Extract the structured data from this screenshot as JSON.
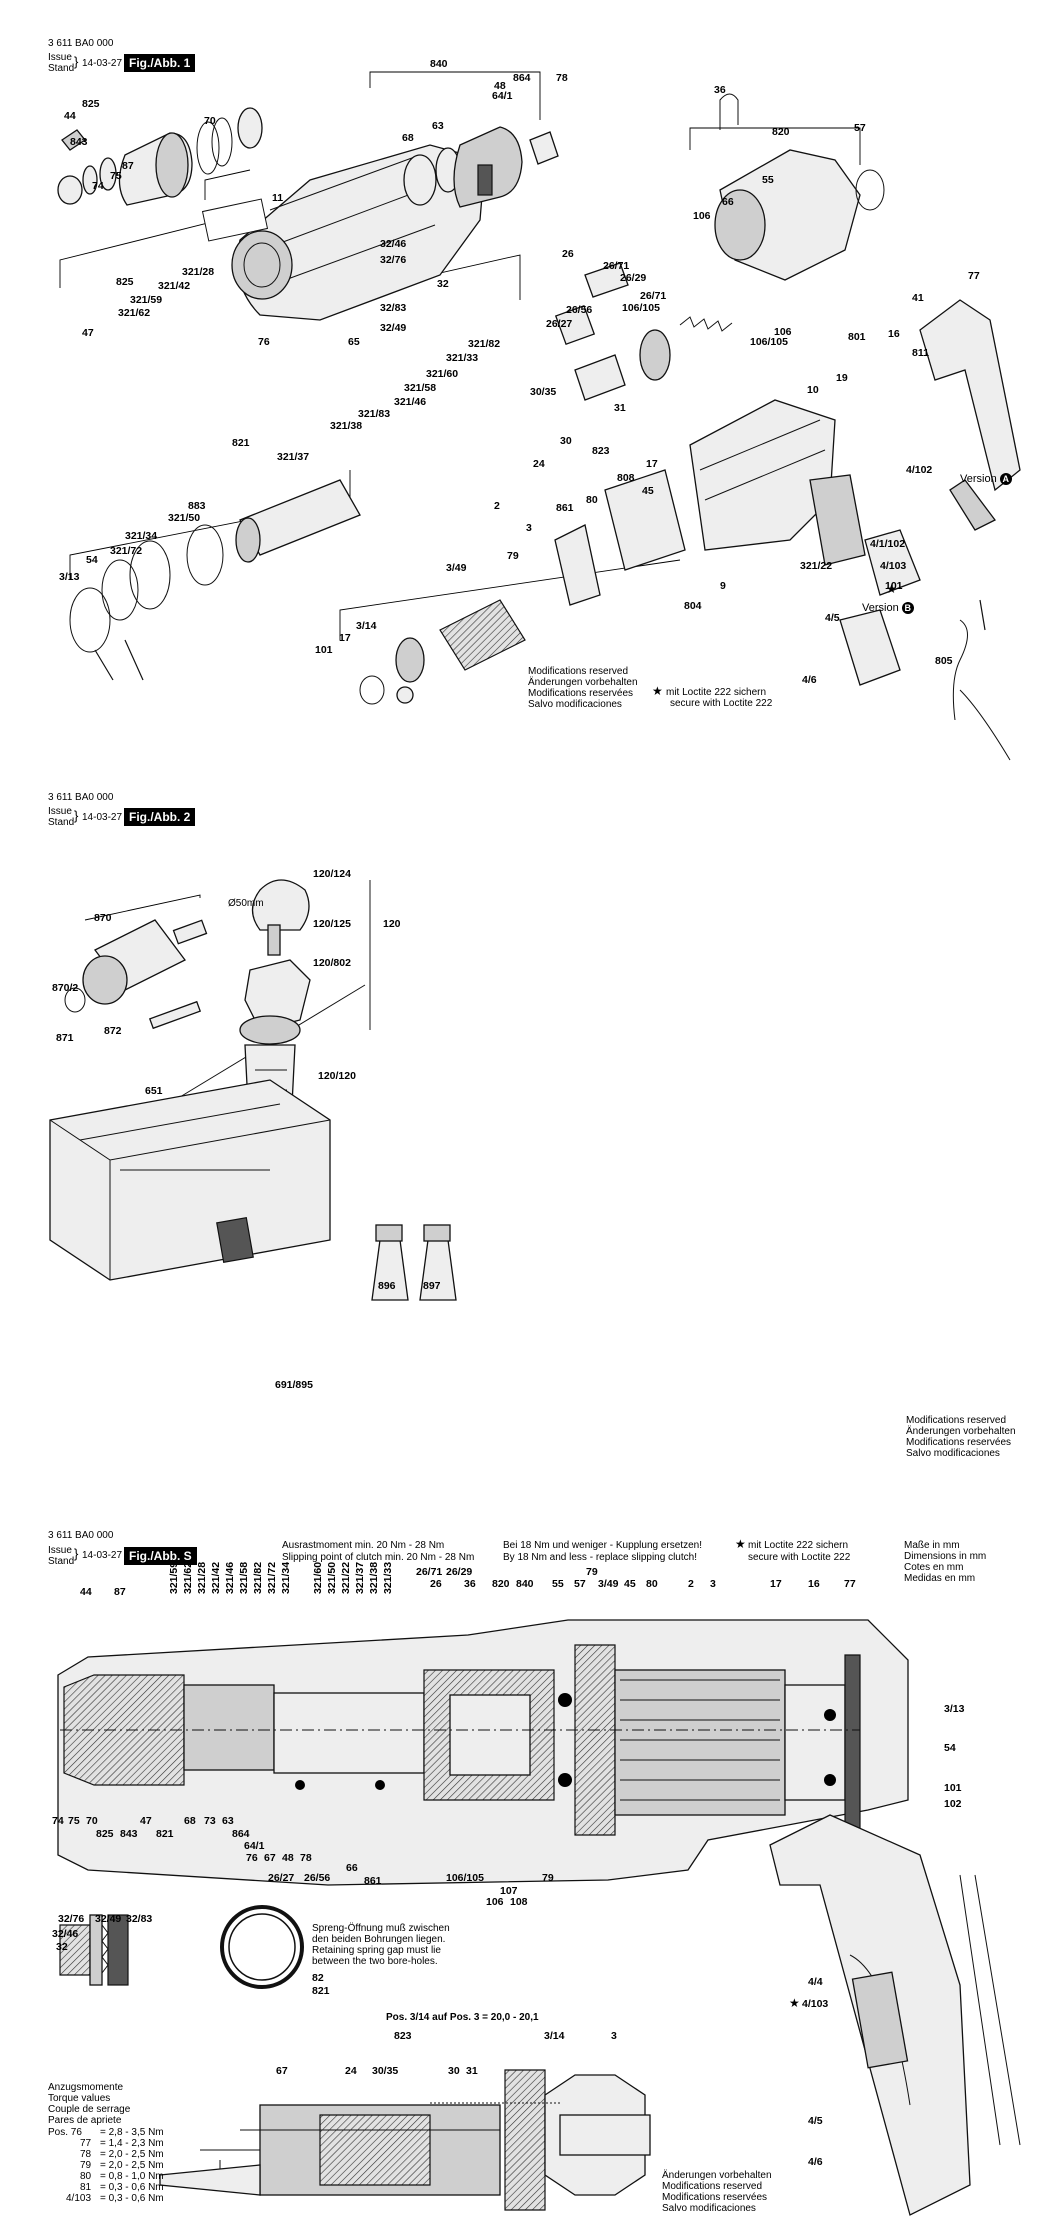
{
  "header": {
    "doc_number": "3 611 BA0 000",
    "issue_label": "Issue",
    "stand_label": "Stand",
    "date": "14-03-27"
  },
  "fig1": {
    "tag": "Fig./Abb. 1",
    "labels": [
      "840",
      "864",
      "78",
      "825",
      "70",
      "44",
      "843",
      "75",
      "74",
      "87",
      "68",
      "63",
      "64/1",
      "48",
      "36",
      "820",
      "57",
      "11",
      "55",
      "66",
      "106",
      "825",
      "321/28",
      "321/42",
      "321/59",
      "321/62",
      "47",
      "76",
      "32/46",
      "32/76",
      "32",
      "32/83",
      "32/49",
      "65",
      "26",
      "26/71",
      "26/29",
      "26/56",
      "26/27",
      "26/71",
      "106/105",
      "106",
      "106/105",
      "77",
      "41",
      "16",
      "811",
      "801",
      "19",
      "10",
      "321/82",
      "321/33",
      "321/60",
      "321/58",
      "321/83",
      "321/46",
      "321/38",
      "321/37",
      "821",
      "30/35",
      "31",
      "24",
      "30",
      "823",
      "80",
      "17",
      "45",
      "861",
      "2",
      "808",
      "9",
      "321/22",
      "883",
      "321/50",
      "321/34",
      "321/72",
      "54",
      "3/13",
      "3",
      "79",
      "3/49",
      "3/14",
      "17",
      "101",
      "804",
      "4/102",
      "4/103",
      "4/1/102",
      "101",
      "4/6",
      "4/5",
      "805"
    ],
    "version_a": "Version",
    "version_a_mark": "A",
    "version_b": "Version",
    "version_b_mark": "B",
    "notes": [
      "Modifications reserved",
      "Änderungen vorbehalten",
      "Modifications reservées",
      "Salvo modificaciones"
    ],
    "loctite": [
      "mit Loctite 222 sichern",
      "secure with Loctite 222"
    ]
  },
  "fig2": {
    "tag": "Fig./Abb. 2",
    "labels": [
      "120/124",
      "120/125",
      "120",
      "870",
      "120/802",
      "870/2",
      "871",
      "872",
      "651",
      "120/120",
      "896",
      "897",
      "691/895"
    ],
    "dim": "Ø50mm",
    "notes": [
      "Modifications reserved",
      "Änderungen vorbehalten",
      "Modifications reservées",
      "Salvo modificaciones"
    ]
  },
  "figS": {
    "tag": "Fig./Abb. S",
    "clutch_de": "Ausrastmoment min. 20 Nm - 28 Nm",
    "clutch_en": "Slipping point of clutch min. 20 Nm - 28 Nm",
    "replace_de": "Bei 18 Nm und weniger - Kupplung ersetzen!",
    "replace_en": "By 18 Nm and less - replace slipping clutch!",
    "loctite": [
      "mit Loctite 222 sichern",
      "secure with Loctite 222"
    ],
    "dims": [
      "Maße in mm",
      "Dimensions in mm",
      "Cotes en mm",
      "Medidas en mm"
    ],
    "top_labels": [
      "44",
      "87",
      "321/59",
      "321/62",
      "321/28",
      "321/42",
      "321/46",
      "321/58",
      "321/82",
      "321/72",
      "321/34",
      "321/60",
      "321/50",
      "321/22",
      "321/37",
      "321/38",
      "321/33",
      "26/71",
      "26",
      "26/29",
      "36",
      "820",
      "840",
      "55",
      "57",
      "79",
      "3/49",
      "45",
      "80",
      "2",
      "3",
      "17",
      "16",
      "77"
    ],
    "bottom_labels": [
      "74",
      "75",
      "70",
      "825",
      "843",
      "47",
      "821",
      "68",
      "73",
      "63",
      "864",
      "64/1",
      "76",
      "67",
      "48",
      "78",
      "26/27",
      "26/56",
      "66",
      "861",
      "106/105",
      "107",
      "106",
      "108",
      "79"
    ],
    "right_labels": [
      "3/13",
      "54",
      "101",
      "102",
      "4/4",
      "4/103",
      "4/5",
      "4/6"
    ],
    "detail_labels": [
      "32/76",
      "32/49",
      "32/83",
      "32/46",
      "32",
      "82",
      "821"
    ],
    "spring_note": [
      "Spreng-Öffnung muß zwischen",
      "den beiden Bohrungen liegen.",
      "Retaining spring gap must lie",
      "between the two bore-holes."
    ],
    "pos_note": "Pos. 3/14 auf Pos. 3 = 20,0 - 20,1",
    "lower_labels": [
      "823",
      "67",
      "24",
      "30/35",
      "30",
      "31",
      "3/14",
      "3"
    ],
    "torque_title": [
      "Anzugsmomente",
      "Torque values",
      "Couple de serrage",
      "Pares de apriete"
    ],
    "torque": [
      {
        "pos": "Pos. 76",
        "val": "= 2,8 - 3,5 Nm"
      },
      {
        "pos": "77",
        "val": "= 1,4 - 2,3 Nm"
      },
      {
        "pos": "78",
        "val": "= 2,0 - 2,5 Nm"
      },
      {
        "pos": "79",
        "val": "= 2,0 - 2,5 Nm"
      },
      {
        "pos": "80",
        "val": "= 0,8 - 1,0 Nm"
      },
      {
        "pos": "81",
        "val": "= 0,3 - 0,6 Nm"
      },
      {
        "pos": "4/103",
        "val": "= 0,3 - 0,6 Nm"
      }
    ],
    "notes": [
      "Änderungen vorbehalten",
      "Modifications reserved",
      "Modifications reservées",
      "Salvo modificaciones"
    ]
  }
}
